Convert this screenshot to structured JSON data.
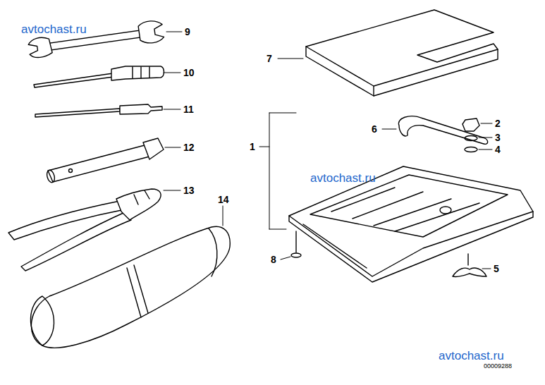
{
  "diagram": {
    "labels": [
      "avtochast.ru",
      "9",
      "10",
      "11",
      "12",
      "13",
      "14",
      "7",
      "1",
      "6",
      "2",
      "3",
      "4",
      "5",
      "8",
      "avtochast.ru",
      "avtochast.ru",
      "00009288"
    ]
  }
}
